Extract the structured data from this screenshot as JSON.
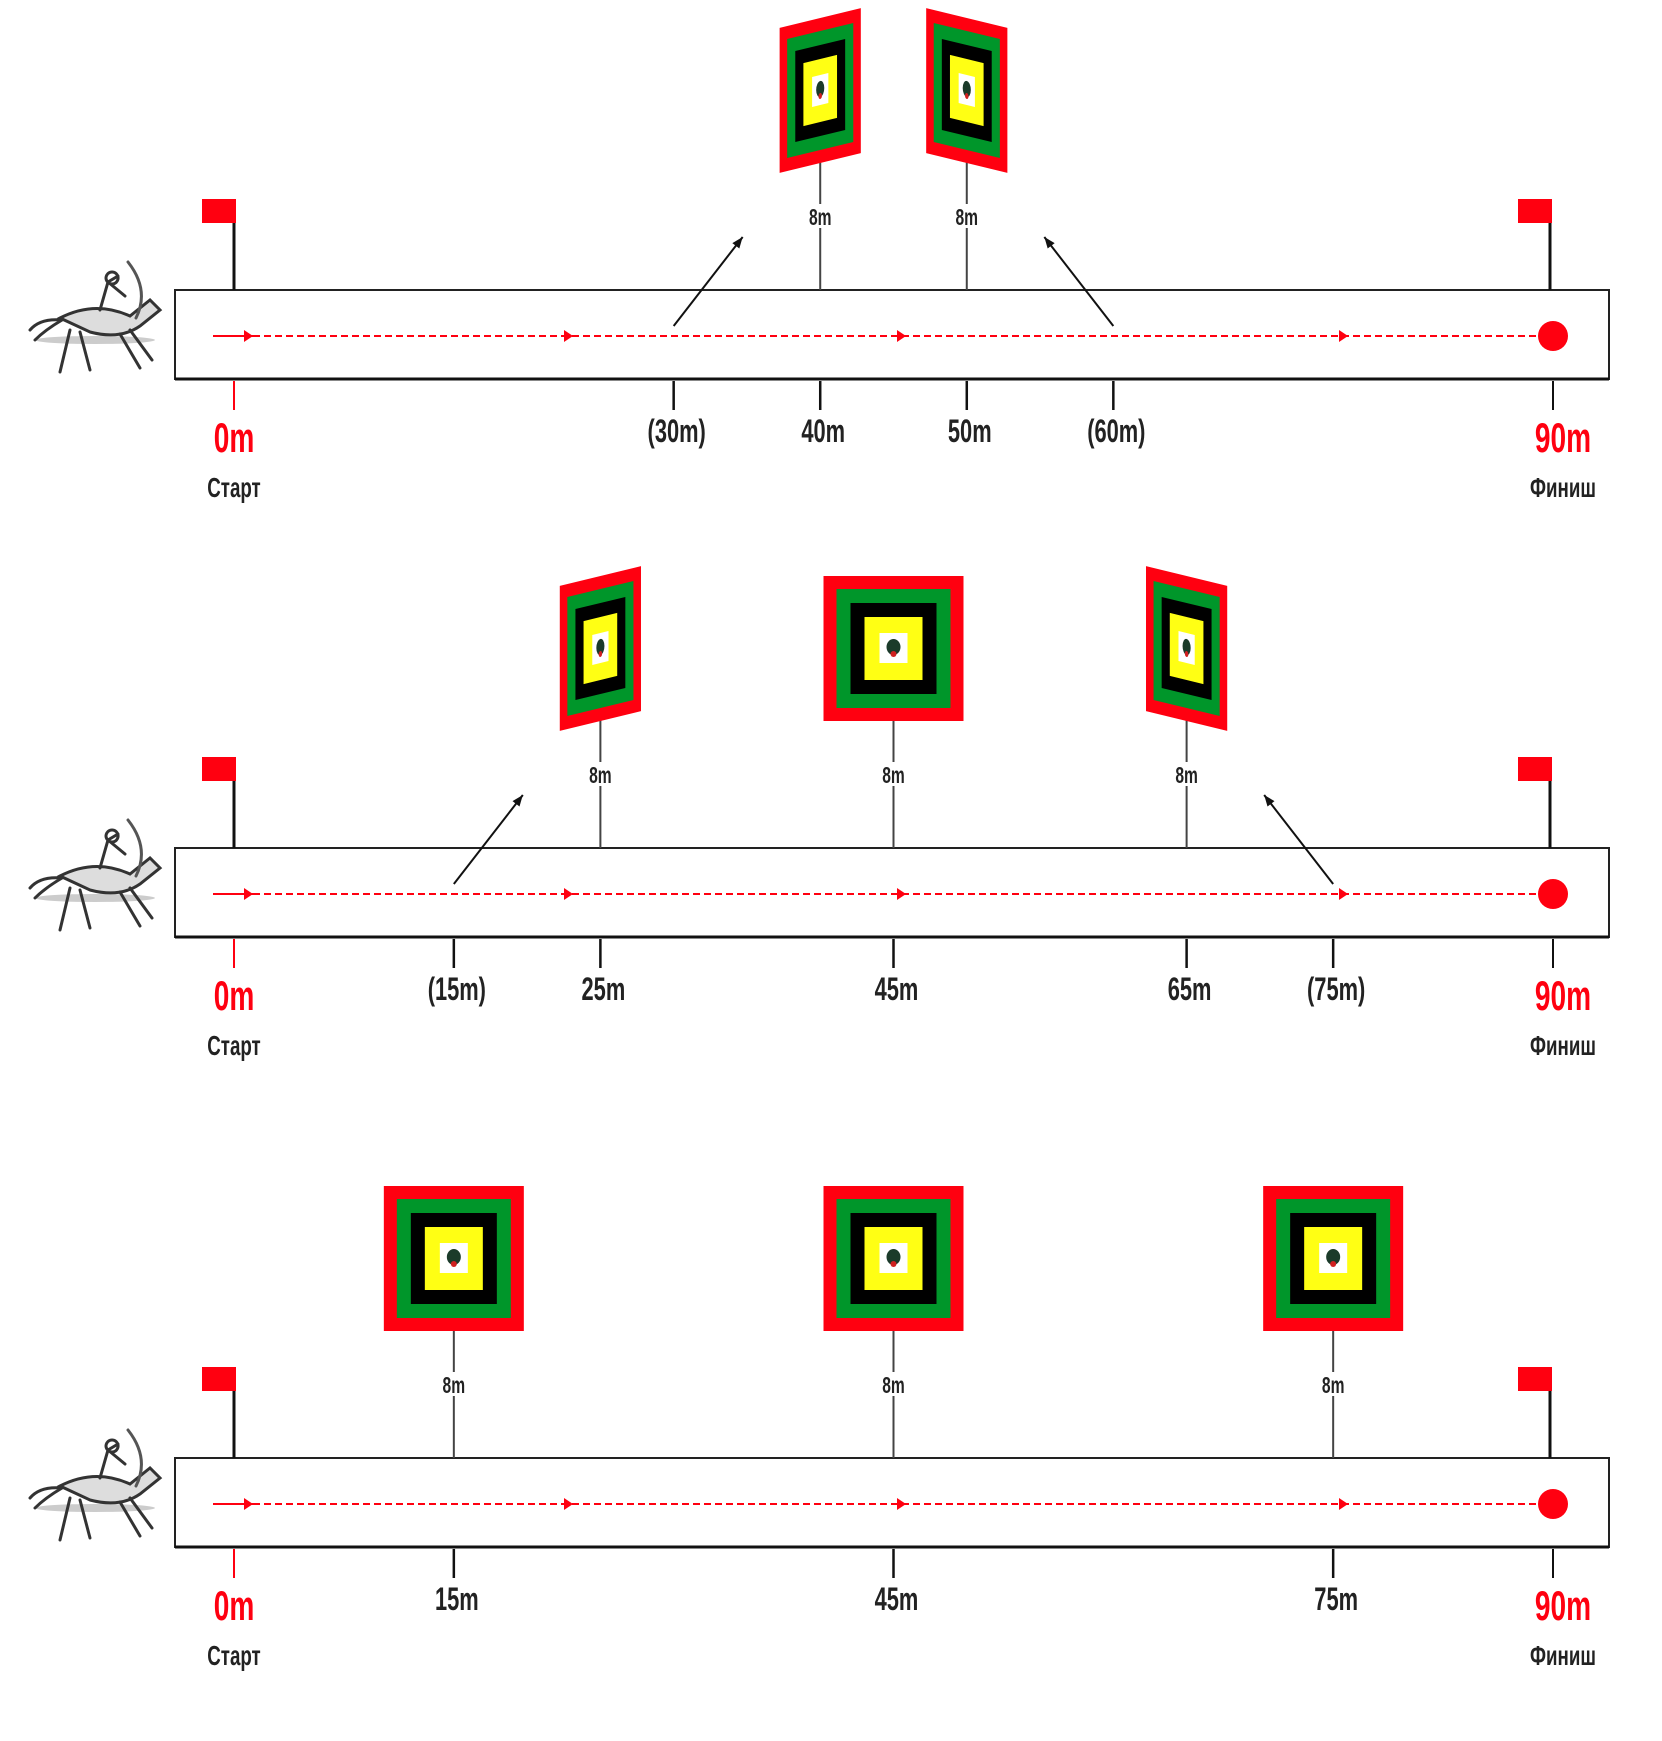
{
  "colors": {
    "red": "#ff0010",
    "green": "#00962a",
    "black": "#000000",
    "yellow": "#ffff14",
    "track_line": "#222222"
  },
  "course": {
    "start_m": 0,
    "finish_m": 90
  },
  "panels": [
    {
      "start_label": "0m",
      "start_caption": "Старт",
      "finish_label": "90m",
      "finish_caption": "Финиш",
      "ticks": [
        {
          "m": 30,
          "label": "(30m)"
        },
        {
          "m": 40,
          "label": "40m"
        },
        {
          "m": 50,
          "label": "50m"
        },
        {
          "m": 60,
          "label": "(60m)"
        }
      ],
      "targets": [
        {
          "m": 40,
          "view": "angled-left",
          "distance_label": "8m"
        },
        {
          "m": 50,
          "view": "angled-right",
          "distance_label": "8m"
        }
      ],
      "shots": [
        {
          "from_m": 30,
          "direction": "forward"
        },
        {
          "from_m": 60,
          "direction": "backward"
        }
      ]
    },
    {
      "start_label": "0m",
      "start_caption": "Старт",
      "finish_label": "90m",
      "finish_caption": "Финиш",
      "ticks": [
        {
          "m": 15,
          "label": "(15m)"
        },
        {
          "m": 25,
          "label": "25m"
        },
        {
          "m": 45,
          "label": "45m"
        },
        {
          "m": 65,
          "label": "65m"
        },
        {
          "m": 75,
          "label": "(75m)"
        }
      ],
      "targets": [
        {
          "m": 25,
          "view": "angled-left",
          "distance_label": "8m"
        },
        {
          "m": 45,
          "view": "flat",
          "distance_label": "8m"
        },
        {
          "m": 65,
          "view": "angled-right",
          "distance_label": "8m"
        }
      ],
      "shots": [
        {
          "from_m": 15,
          "direction": "forward"
        },
        {
          "from_m": 75,
          "direction": "backward"
        }
      ]
    },
    {
      "start_label": "0m",
      "start_caption": "Старт",
      "finish_label": "90m",
      "finish_caption": "Финиш",
      "ticks": [
        {
          "m": 15,
          "label": "15m"
        },
        {
          "m": 45,
          "label": "45m"
        },
        {
          "m": 75,
          "label": "75m"
        }
      ],
      "targets": [
        {
          "m": 15,
          "view": "flat",
          "distance_label": "8m"
        },
        {
          "m": 45,
          "view": "flat",
          "distance_label": "8m"
        },
        {
          "m": 75,
          "view": "flat",
          "distance_label": "8m"
        }
      ],
      "shots": []
    }
  ]
}
